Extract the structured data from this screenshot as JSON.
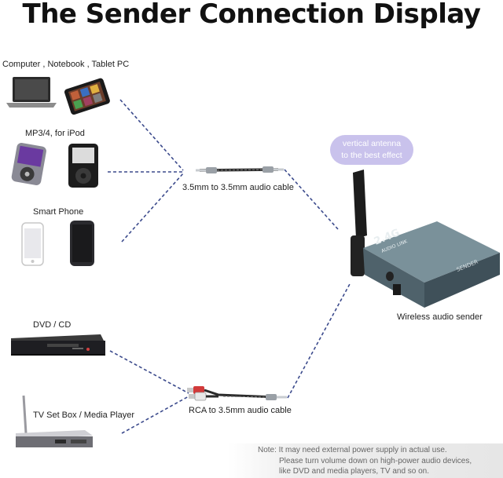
{
  "title": "The Sender Connection Display",
  "sources": {
    "computer_label": "Computer , Notebook ,  Tablet PC",
    "mp3_label": "MP3/4, for iPod",
    "phone_label": "Smart Phone",
    "dvd_label": "DVD / CD",
    "tv_label": "TV Set Box / Media Player"
  },
  "cables": {
    "aux_label": "3.5mm to 3.5mm audio cable",
    "rca_label": "RCA to 3.5mm audio cable"
  },
  "device": {
    "antenna_line1": "vertical antenna",
    "antenna_line2": "to the best effect",
    "label": "Wireless audio sender",
    "brand_text": "2.4G",
    "sub_text": "AUDIO LINK",
    "side_text": "SENDER"
  },
  "note": {
    "line1": "Note: It may need external power supply in actual use.",
    "line2": "Please turn volume down on high-power audio devices,",
    "line3": "like DVD and media players, TV and so on."
  },
  "colors": {
    "dashed_line": "#3b4a8c",
    "bubble": "#c9c2ec",
    "device_body": "#5b7079"
  }
}
